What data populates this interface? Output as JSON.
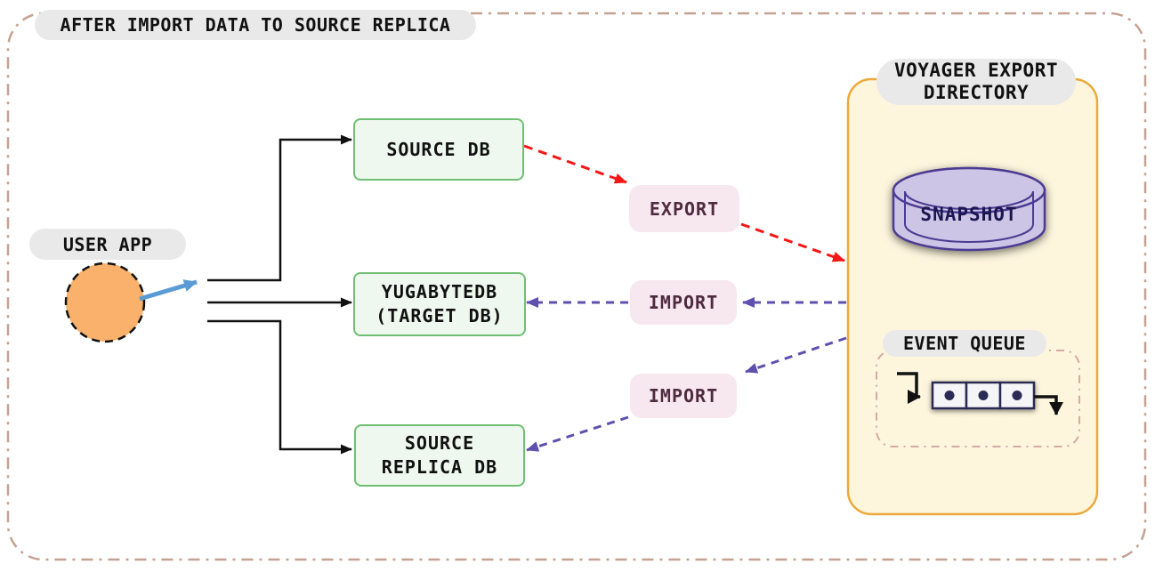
{
  "title": "AFTER IMPORT DATA TO SOURCE REPLICA",
  "nodes": {
    "user_app": {
      "label": "USER APP",
      "shape": "dashed-circle"
    },
    "source_db": {
      "label": "SOURCE DB"
    },
    "target_db": {
      "label_line1": "YUGABYTEDB",
      "label_line2": "(TARGET DB)"
    },
    "source_replica_db": {
      "label_line1": "SOURCE",
      "label_line2": "REPLICA DB"
    },
    "export_step": {
      "label": "EXPORT"
    },
    "import_step_target": {
      "label": "IMPORT"
    },
    "import_step_replica": {
      "label": "IMPORT"
    }
  },
  "voyager_panel": {
    "title_line1": "VOYAGER EXPORT",
    "title_line2": "DIRECTORY",
    "snapshot": {
      "label": "SNAPSHOT",
      "shape": "database-cylinder"
    },
    "event_queue": {
      "label": "EVENT QUEUE",
      "item_count": 3
    }
  },
  "edges": [
    {
      "from": "user_app",
      "to": "source_db",
      "style": "solid-black-arrow"
    },
    {
      "from": "user_app",
      "to": "target_db",
      "style": "solid-black-arrow"
    },
    {
      "from": "user_app",
      "to": "source_replica_db",
      "style": "solid-black-arrow"
    },
    {
      "from": "source_db",
      "to": "voyager_export_directory",
      "via": "EXPORT",
      "style": "dashed-red-arrow"
    },
    {
      "from": "voyager_export_directory",
      "to": "target_db",
      "via": "IMPORT",
      "style": "dashed-purple-arrow"
    },
    {
      "from": "voyager_export_directory",
      "to": "source_replica_db",
      "via": "IMPORT",
      "style": "dashed-purple-arrow"
    }
  ],
  "colors": {
    "outer_border": "#c5a192",
    "pill_bg": "#e9e9e9",
    "green_box_bg": "#eef8ee",
    "green_box_border": "#6fbf73",
    "pink_box_bg": "#f7e8ef",
    "pink_box_text": "#4f2b40",
    "red_arrow": "#f51616",
    "purple_arrow": "#5f50af",
    "blue_arrow": "#5b9bd5",
    "black": "#111111",
    "user_app_fill": "#f9b16c",
    "panel_bg": "#fdf5dc",
    "panel_border": "#eba93b",
    "cylinder_fill": "#cdc5e5",
    "cylinder_border": "#4b3a92",
    "snapshot_text": "#1b1650",
    "queue_box_border": "#2b2a55",
    "queue_container_border": "#d4aaa4"
  }
}
